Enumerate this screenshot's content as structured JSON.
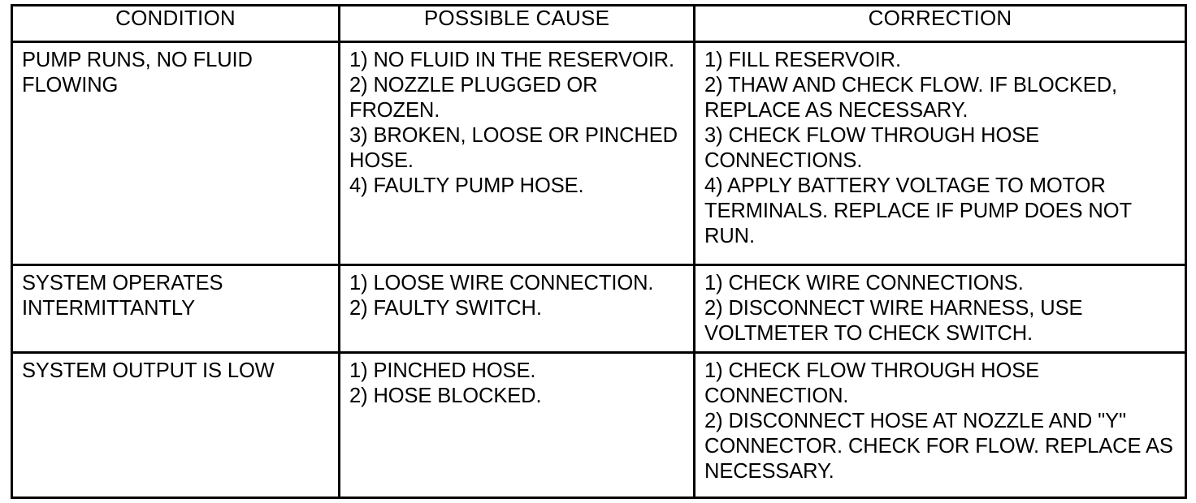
{
  "table": {
    "name": "troubleshooting-table",
    "columns": [
      {
        "key": "condition",
        "label": "CONDITION"
      },
      {
        "key": "cause",
        "label": "POSSIBLE CAUSE"
      },
      {
        "key": "correction",
        "label": "CORRECTION"
      }
    ],
    "rows": [
      {
        "condition": "PUMP RUNS, NO FLUID FLOWING",
        "cause": "1) NO FLUID IN THE RESERVOIR.\n2) NOZZLE PLUGGED OR FROZEN.\n3) BROKEN, LOOSE OR PINCHED HOSE.\n4) FAULTY PUMP HOSE.",
        "correction": "1) FILL RESERVOIR.\n2) THAW AND CHECK FLOW. IF BLOCKED, REPLACE AS NECESSARY.\n3) CHECK FLOW THROUGH HOSE CONNECTIONS.\n4) APPLY BATTERY VOLTAGE TO MOTOR TERMINALS. REPLACE IF PUMP DOES NOT RUN."
      },
      {
        "condition": "SYSTEM OPERATES INTERMITTANTLY",
        "cause": "1) LOOSE WIRE CONNECTION.\n2) FAULTY SWITCH.",
        "correction": "1) CHECK WIRE CONNECTIONS.\n2) DISCONNECT WIRE HARNESS, USE VOLTMETER TO CHECK SWITCH."
      },
      {
        "condition": "SYSTEM OUTPUT IS LOW",
        "cause": "1) PINCHED HOSE.\n2) HOSE BLOCKED.",
        "correction": "1) CHECK FLOW THROUGH HOSE CONNECTION.\n2) DISCONNECT HOSE AT NOZZLE AND \"Y\" CONNECTOR. CHECK FOR FLOW. REPLACE AS NECESSARY."
      }
    ]
  },
  "colors": {
    "ink": "#000000",
    "paper": "#ffffff"
  }
}
